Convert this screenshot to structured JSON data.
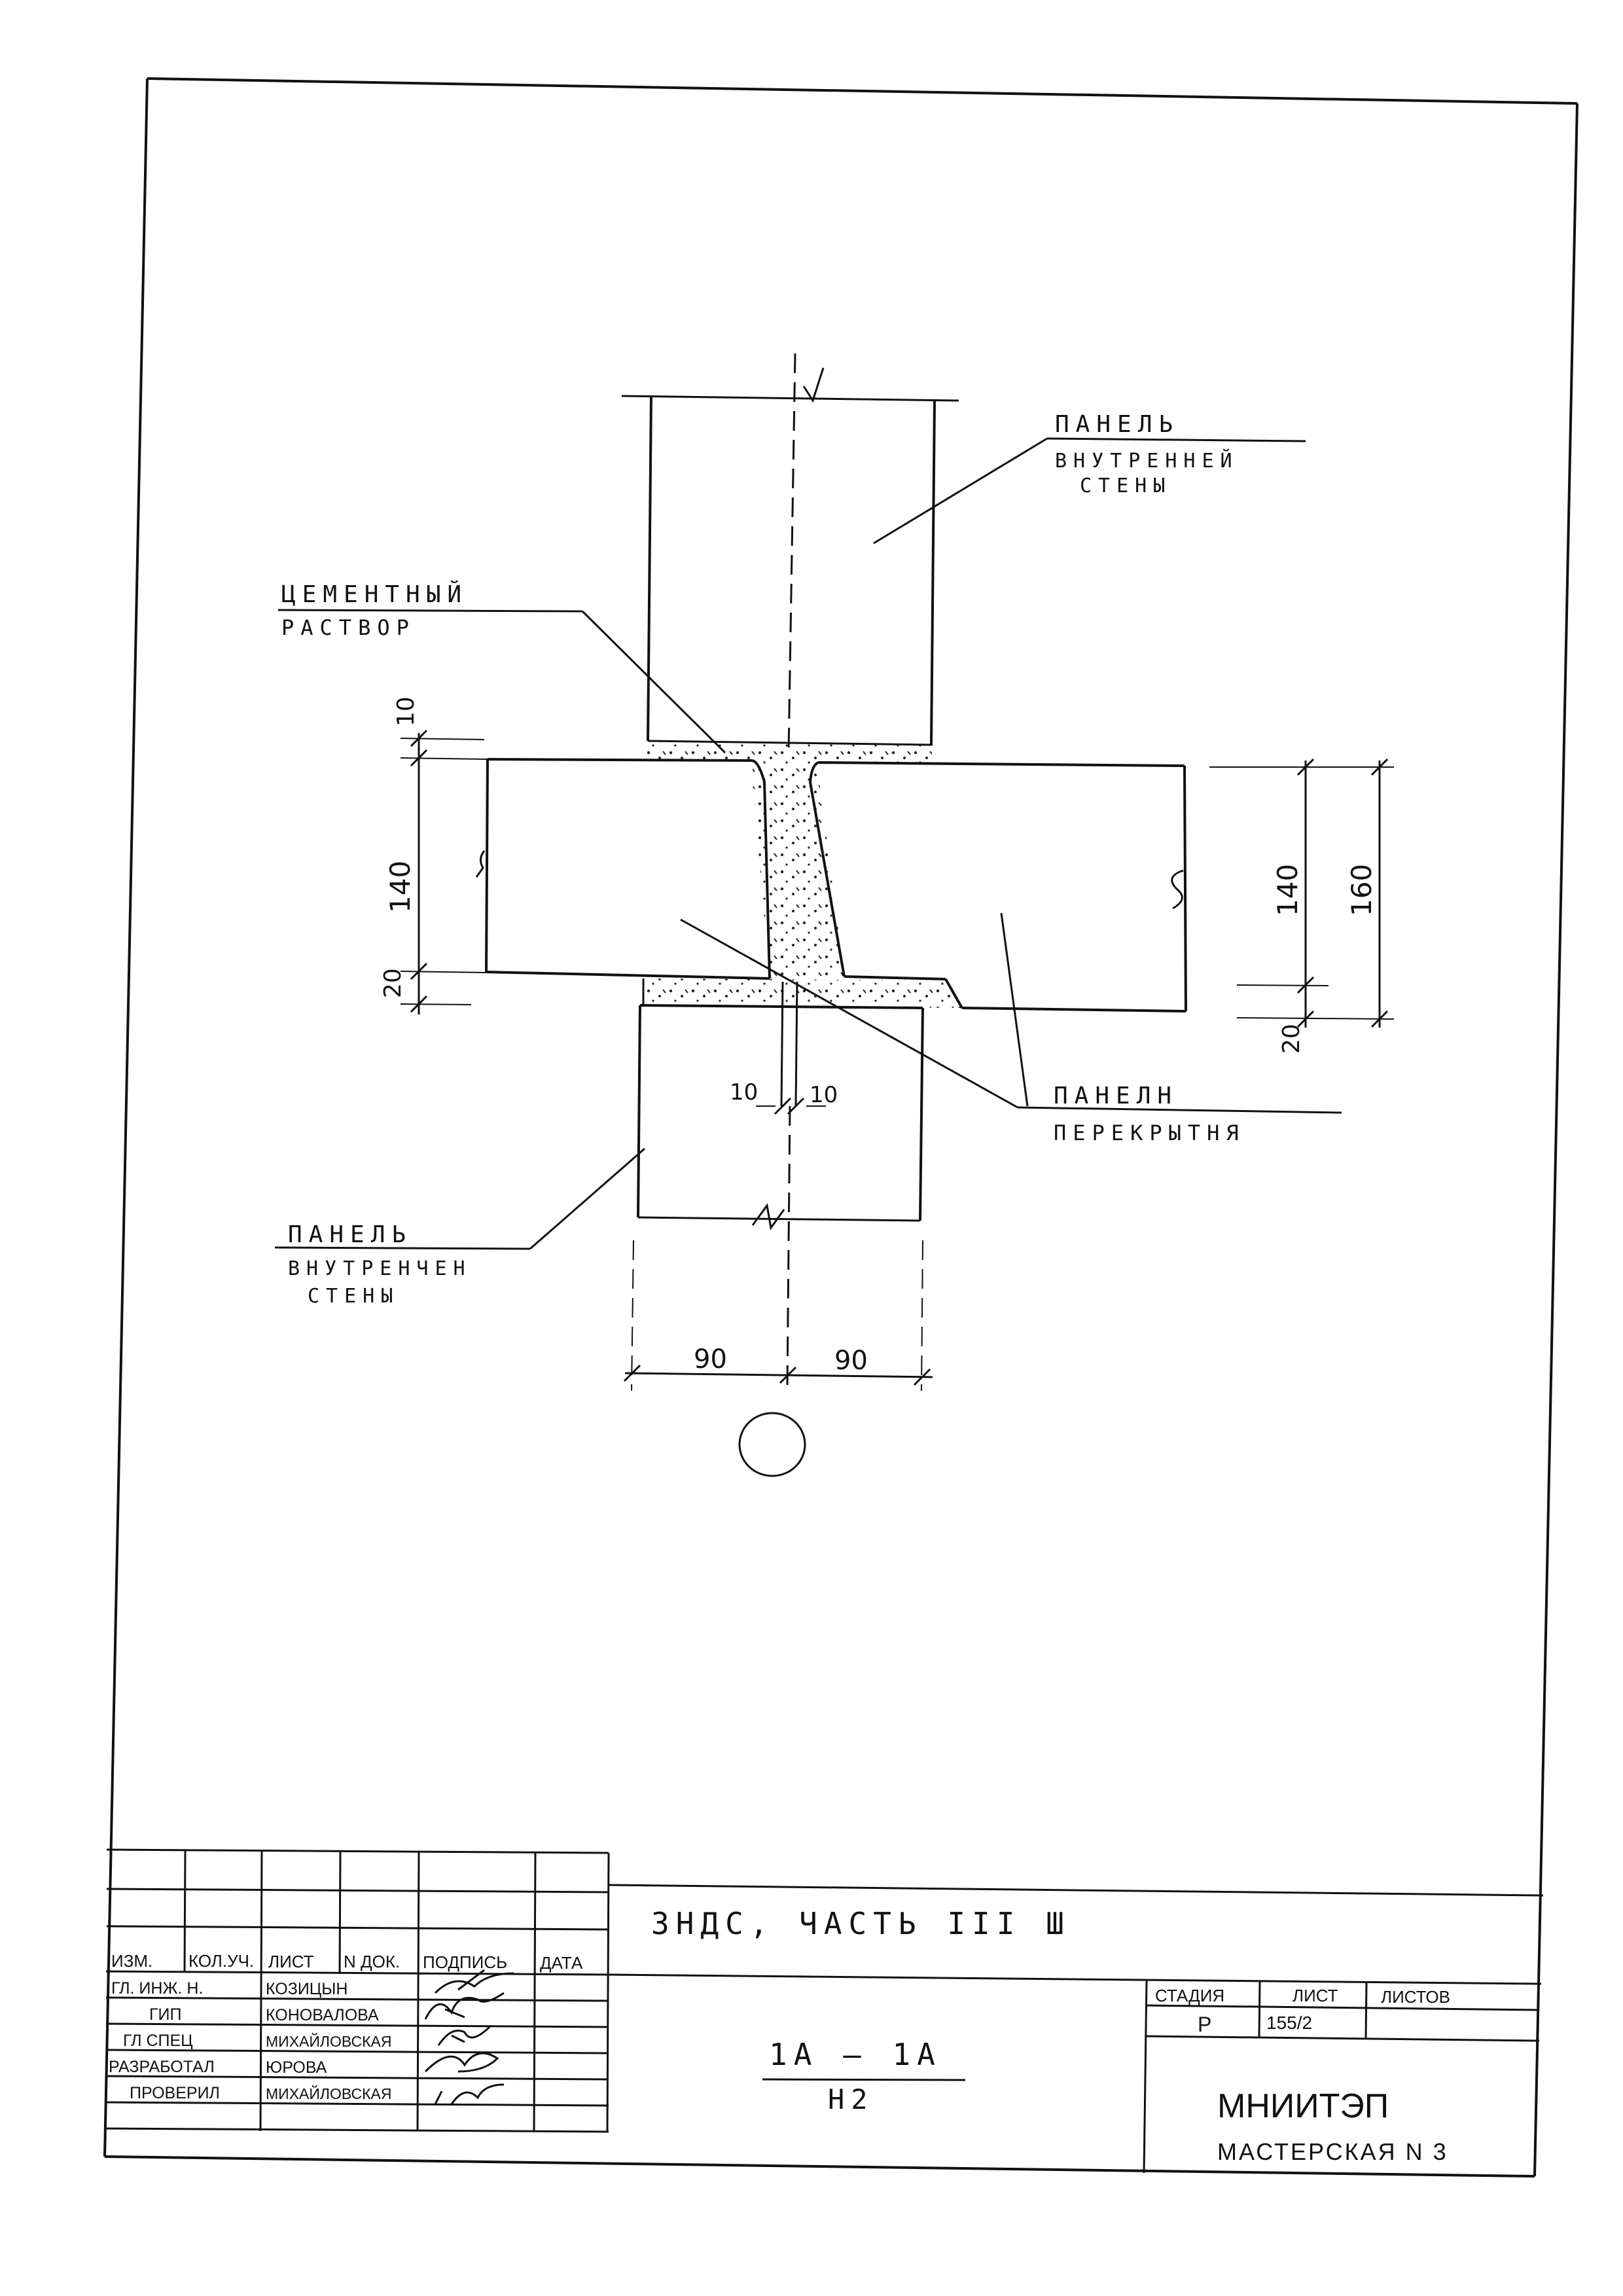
{
  "drawing": {
    "label_upper_panel": [
      "ПАНЕЛЬ",
      "ВНУТРЕННЕЙ",
      "СТЕНЫ"
    ],
    "label_mortar": [
      "ЦЕМЕНТНЫЙ",
      "РАСТВОР"
    ],
    "label_slab": [
      "ПАНЕЛН",
      "ПЕРЕКРЫТНЯ"
    ],
    "label_lower_panel": [
      "ПАНЕЛЬ",
      "ВНУТРЕНЧЕН",
      "СТЕНЫ"
    ],
    "dimensions": {
      "left_top_joint": "10",
      "left_slab": "140",
      "left_bottom_joint": "20",
      "right_slab": "140",
      "right_total": "160",
      "right_bottom_joint": "20",
      "gap_left": "10",
      "gap_right": "10",
      "width_left": "90",
      "width_right": "90"
    }
  },
  "title_block": {
    "header": [
      "ИЗМ.",
      "КОЛ.УЧ.",
      "ЛИСТ",
      "N ДОК.",
      "ПОДПИСЬ",
      "ДАТА"
    ],
    "rows": [
      {
        "role": "ГЛ. ИНЖ. Н.",
        "name": "КОЗИЦЫН"
      },
      {
        "role": "ГИП",
        "name": "КОНОВАЛОВА"
      },
      {
        "role": "ГЛ СПЕЦ",
        "name": "МИХАЙЛОВСКАЯ"
      },
      {
        "role": "РАЗРАБОТАЛ",
        "name": "ЮРОВА"
      },
      {
        "role": "ПРОВЕРИЛ",
        "name": "МИХАЙЛОВСКАЯ"
      }
    ],
    "project_title": "ЗНДС, ЧАСТЬ III Ш",
    "section_name": "1А – 1А",
    "node_code": "Н2",
    "stage_label": "СТАДИЯ",
    "sheet_label": "ЛИСТ",
    "sheets_label": "ЛИСТОВ",
    "stage_value": "Р",
    "sheet_value": "155/2",
    "organization": "МНИИТЭП",
    "workshop": "МАСТЕРСКАЯ N 3"
  }
}
